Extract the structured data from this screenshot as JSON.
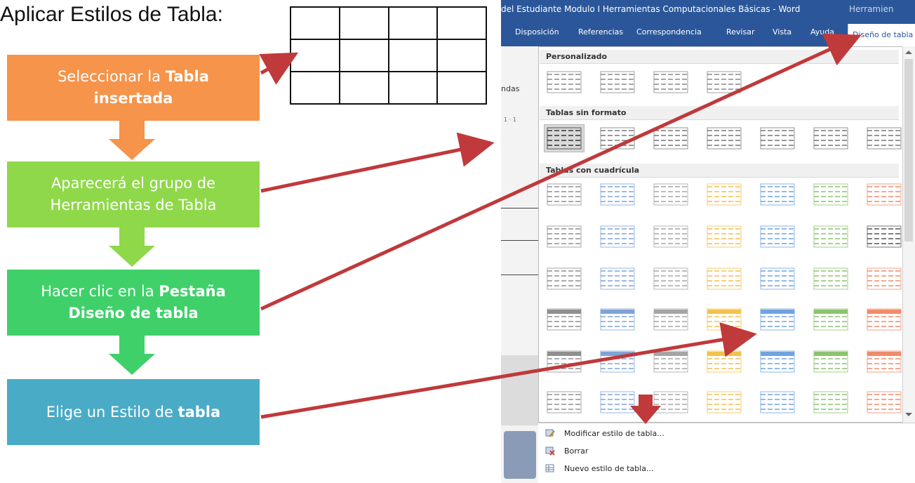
{
  "title": "Aplicar Estilos de Tabla:",
  "steps": [
    {
      "pre": "Seleccionar  la ",
      "bold": "Tabla",
      "line2": "insertada",
      "line2_bold": true,
      "color": "#f5944a"
    },
    {
      "pre": "Aparecerá el grupo de",
      "bold": "",
      "line2": "Herramientas de Tabla",
      "line2_bold": false,
      "color": "#8fd84a"
    },
    {
      "pre": "Hacer clic en la ",
      "bold": "Pestaña",
      "line2": "Diseño de tabla",
      "line2_bold": true,
      "color": "#3fd06a"
    },
    {
      "pre": "Elige un Estilo de ",
      "bold": "tabla",
      "line2": "",
      "line2_bold": false,
      "color": "#4aabc6"
    }
  ],
  "word": {
    "window_title": "del Estudiante Modulo I Herramientas Computacionales Básicas  -  Word",
    "context_label": "Herramien",
    "tabs": [
      "Disposición",
      "Referencias",
      "Correspondencia",
      "Revisar",
      "Vista",
      "Ayuda"
    ],
    "active_tab": "Diseño de tabla",
    "left_doc_label": "ndas",
    "ruler_text": "1  ·  1",
    "sections": [
      "Personalizado",
      "Tablas sin formato",
      "Tablas con cuadrícula"
    ],
    "menu": [
      {
        "label": "Modificar estilo de tabla...",
        "hotkey": "M"
      },
      {
        "label": "Borrar",
        "hotkey": "B"
      },
      {
        "label": "Nuevo estilo de tabla...",
        "hotkey": "N"
      }
    ]
  },
  "colors": {
    "arrow": "#c0393b",
    "ribbon": "#2b579a",
    "grid_colors": [
      "#8f8f8f",
      "#7fa3d6",
      "#a5a5a5",
      "#f2c14e",
      "#6fa3e0",
      "#8cc370",
      "#f08b6a"
    ]
  }
}
